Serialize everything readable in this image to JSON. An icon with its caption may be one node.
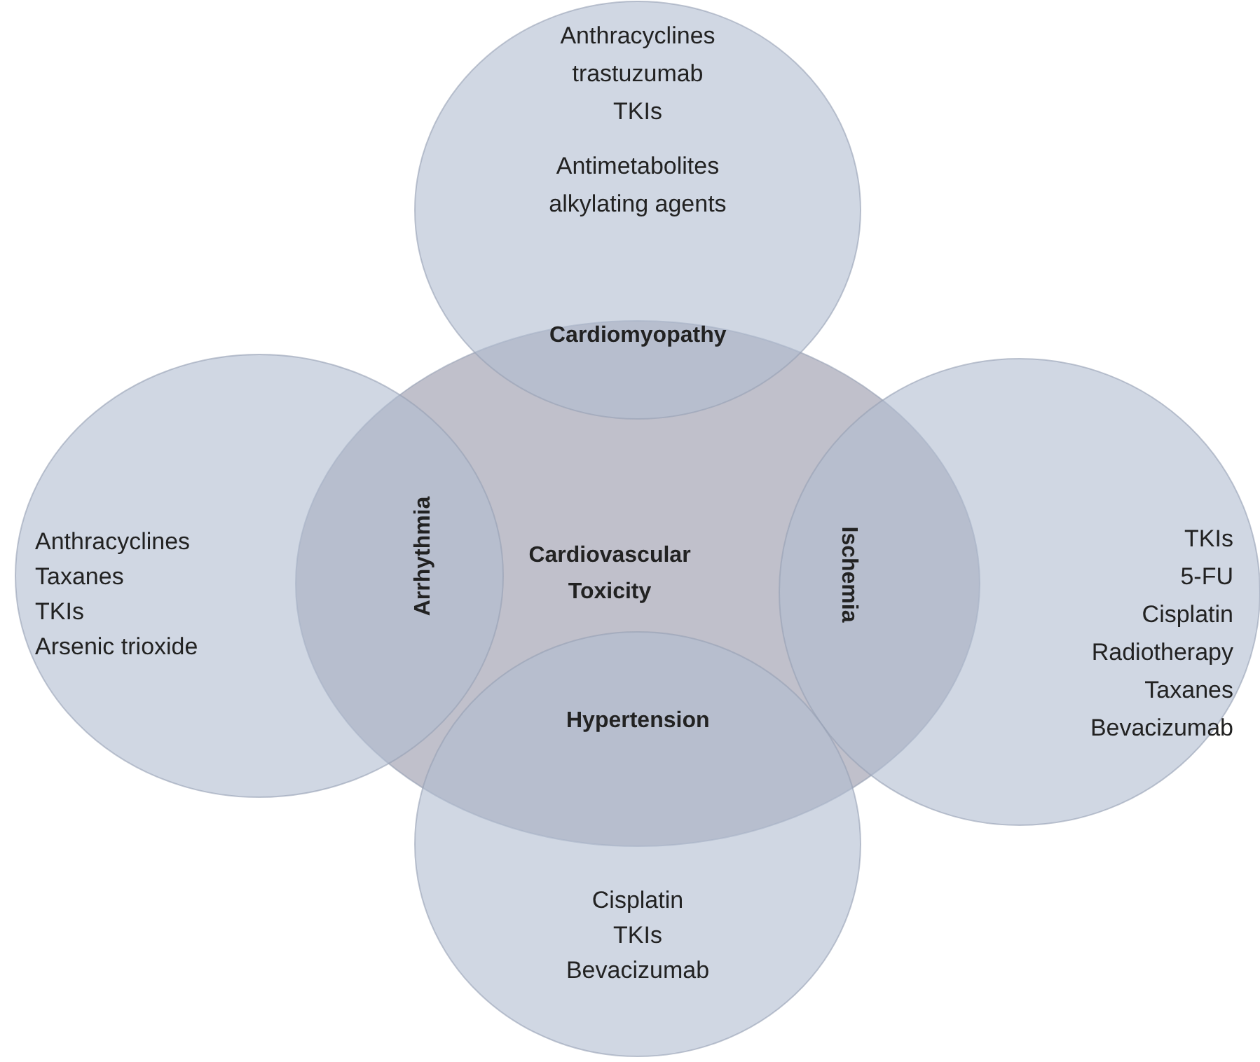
{
  "diagram": {
    "nodes": [
      {
        "text": [
          "Anthracyclines",
          "trastuzumab",
          "TKIs",
          "Antimetabolites",
          "alkylating agents",
          "Cardiomyopathy"
        ]
      },
      {
        "text": [
          "Arrhythmia",
          "Anthracyclines",
          "Taxanes",
          "TKIs",
          "Arsenic trioxide"
        ]
      },
      {
        "text": [
          "Cardiovascular Toxicity"
        ]
      },
      {
        "text": [
          "Ischemia",
          "TKIs",
          "5-FU",
          "Cisplatin",
          "Radiotherapy",
          "Taxanes",
          "Bevacizumab"
        ]
      },
      {
        "text": [
          "Hypertension",
          "Cisplatin",
          "TKIs",
          "Bevacizumab"
        ]
      }
    ],
    "edges": []
  }
}
